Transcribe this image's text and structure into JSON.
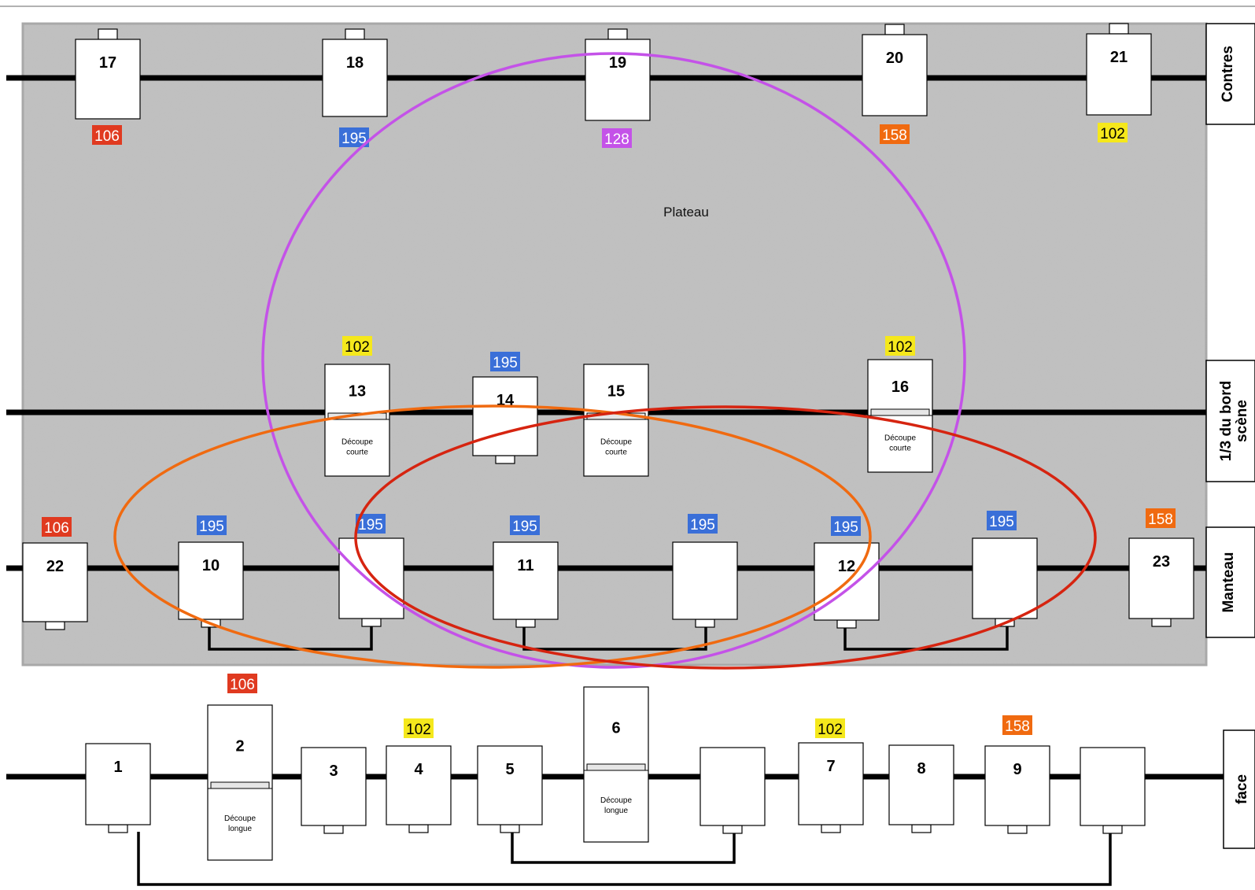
{
  "plateau": {
    "label": "Plateau"
  },
  "colors": {
    "c106": "#e03a20",
    "c195": "#3a6fd8",
    "c128": "#c452e8",
    "c158": "#f06a10",
    "c102": "#f5e81c",
    "ellipse_purple": "#c452e8",
    "ellipse_orange": "#f06a10",
    "ellipse_red": "#d62410",
    "stage_fill": "#c0c0c0"
  },
  "rails": [
    {
      "id": "contres",
      "label": "Contres"
    },
    {
      "id": "tiers",
      "label_lines": [
        "1/3 du bord",
        "scène"
      ]
    },
    {
      "id": "manteau",
      "label": "Manteau"
    },
    {
      "id": "face",
      "label": "face"
    }
  ],
  "fixtures": [
    {
      "id": "f17",
      "num": "17"
    },
    {
      "id": "f18",
      "num": "18"
    },
    {
      "id": "f19",
      "num": "19"
    },
    {
      "id": "f20",
      "num": "20"
    },
    {
      "id": "f21",
      "num": "21"
    },
    {
      "id": "f13",
      "num": "13",
      "cut": [
        "Découpe",
        "courte"
      ]
    },
    {
      "id": "f14",
      "num": "14"
    },
    {
      "id": "f15",
      "num": "15",
      "cut": [
        "Découpe",
        "courte"
      ]
    },
    {
      "id": "f16",
      "num": "16",
      "cut": [
        "Découpe",
        "courte"
      ]
    },
    {
      "id": "f22",
      "num": "22"
    },
    {
      "id": "f10",
      "num": "10"
    },
    {
      "id": "fm2",
      "num": ""
    },
    {
      "id": "f11",
      "num": "11"
    },
    {
      "id": "fm4",
      "num": ""
    },
    {
      "id": "f12",
      "num": "12"
    },
    {
      "id": "fm6",
      "num": ""
    },
    {
      "id": "f23",
      "num": "23"
    },
    {
      "id": "f1",
      "num": "1"
    },
    {
      "id": "f2",
      "num": "2",
      "cut": [
        "Découpe",
        "longue"
      ]
    },
    {
      "id": "f3",
      "num": "3"
    },
    {
      "id": "f4",
      "num": "4"
    },
    {
      "id": "f5",
      "num": "5"
    },
    {
      "id": "f6",
      "num": "6",
      "cut": [
        "Découpe",
        "longue"
      ]
    },
    {
      "id": "ff7",
      "num": ""
    },
    {
      "id": "f7",
      "num": "7"
    },
    {
      "id": "f8",
      "num": "8"
    },
    {
      "id": "f9",
      "num": "9"
    },
    {
      "id": "ff11",
      "num": ""
    }
  ],
  "gels": [
    {
      "id": "g17",
      "code": "106",
      "color": "c106"
    },
    {
      "id": "g18",
      "code": "195",
      "color": "c195"
    },
    {
      "id": "g19",
      "code": "128",
      "color": "c128"
    },
    {
      "id": "g20",
      "code": "158",
      "color": "c158"
    },
    {
      "id": "g21",
      "code": "102",
      "color": "c102"
    },
    {
      "id": "g13",
      "code": "102",
      "color": "c102"
    },
    {
      "id": "g14",
      "code": "195",
      "color": "c195"
    },
    {
      "id": "g16",
      "code": "102",
      "color": "c102"
    },
    {
      "id": "g22",
      "code": "106",
      "color": "c106"
    },
    {
      "id": "g10",
      "code": "195",
      "color": "c195"
    },
    {
      "id": "gm2",
      "code": "195",
      "color": "c195"
    },
    {
      "id": "g11",
      "code": "195",
      "color": "c195"
    },
    {
      "id": "gm4",
      "code": "195",
      "color": "c195"
    },
    {
      "id": "g12",
      "code": "195",
      "color": "c195"
    },
    {
      "id": "gm6",
      "code": "195",
      "color": "c195"
    },
    {
      "id": "g23",
      "code": "158",
      "color": "c158"
    },
    {
      "id": "g2",
      "code": "106",
      "color": "c106"
    },
    {
      "id": "g4",
      "code": "102",
      "color": "c102"
    },
    {
      "id": "g7",
      "code": "102",
      "color": "c102"
    },
    {
      "id": "g9",
      "code": "158",
      "color": "c158"
    }
  ]
}
